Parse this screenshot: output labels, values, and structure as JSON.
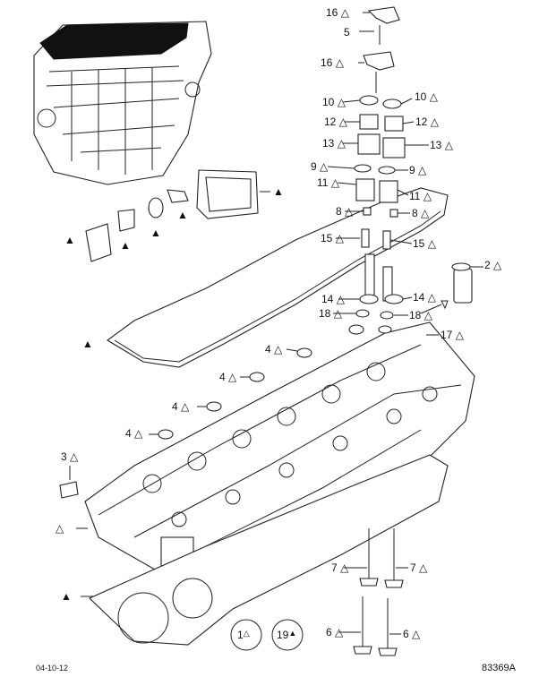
{
  "diagram_id": "83369A",
  "date_code": "04-10-12",
  "open_triangle": "△",
  "filled_triangle": "▲",
  "callouts": [
    {
      "number": "16",
      "mark": "△",
      "side": "left"
    },
    {
      "number": "5",
      "mark": "",
      "side": "left"
    },
    {
      "number": "16",
      "mark": "△",
      "side": "left"
    },
    {
      "number": "10",
      "mark": "△",
      "side": "left"
    },
    {
      "number": "10",
      "mark": "△",
      "side": "right"
    },
    {
      "number": "12",
      "mark": "△",
      "side": "left"
    },
    {
      "number": "12",
      "mark": "△",
      "side": "right"
    },
    {
      "number": "13",
      "mark": "△",
      "side": "left"
    },
    {
      "number": "13",
      "mark": "△",
      "side": "right"
    },
    {
      "number": "9",
      "mark": "△",
      "side": "left"
    },
    {
      "number": "9",
      "mark": "△",
      "side": "right"
    },
    {
      "number": "11",
      "mark": "△",
      "side": "left"
    },
    {
      "number": "11",
      "mark": "△",
      "side": "right"
    },
    {
      "number": "8",
      "mark": "△",
      "side": "left"
    },
    {
      "number": "8",
      "mark": "△",
      "side": "right"
    },
    {
      "number": "15",
      "mark": "△",
      "side": "left"
    },
    {
      "number": "15",
      "mark": "△",
      "side": "right"
    },
    {
      "number": "2",
      "mark": "△",
      "side": "right"
    },
    {
      "number": "14",
      "mark": "△",
      "side": "left"
    },
    {
      "number": "14",
      "mark": "△",
      "side": "right"
    },
    {
      "number": "18",
      "mark": "△",
      "side": "left"
    },
    {
      "number": "18",
      "mark": "△",
      "side": "right"
    },
    {
      "number": "17",
      "mark": "△",
      "side": "right"
    },
    {
      "number": "4",
      "mark": "△",
      "side": "left"
    },
    {
      "number": "4",
      "mark": "△",
      "side": "left"
    },
    {
      "number": "4",
      "mark": "△",
      "side": "left"
    },
    {
      "number": "4",
      "mark": "△",
      "side": "left"
    },
    {
      "number": "3",
      "mark": "△",
      "side": "left"
    },
    {
      "number": "7",
      "mark": "△",
      "side": "left"
    },
    {
      "number": "7",
      "mark": "△",
      "side": "right"
    },
    {
      "number": "6",
      "mark": "△",
      "side": "left"
    },
    {
      "number": "6",
      "mark": "△",
      "side": "right"
    }
  ],
  "reference_circles": [
    {
      "number": "1",
      "mark": "△"
    },
    {
      "number": "19",
      "mark": "▲"
    }
  ]
}
